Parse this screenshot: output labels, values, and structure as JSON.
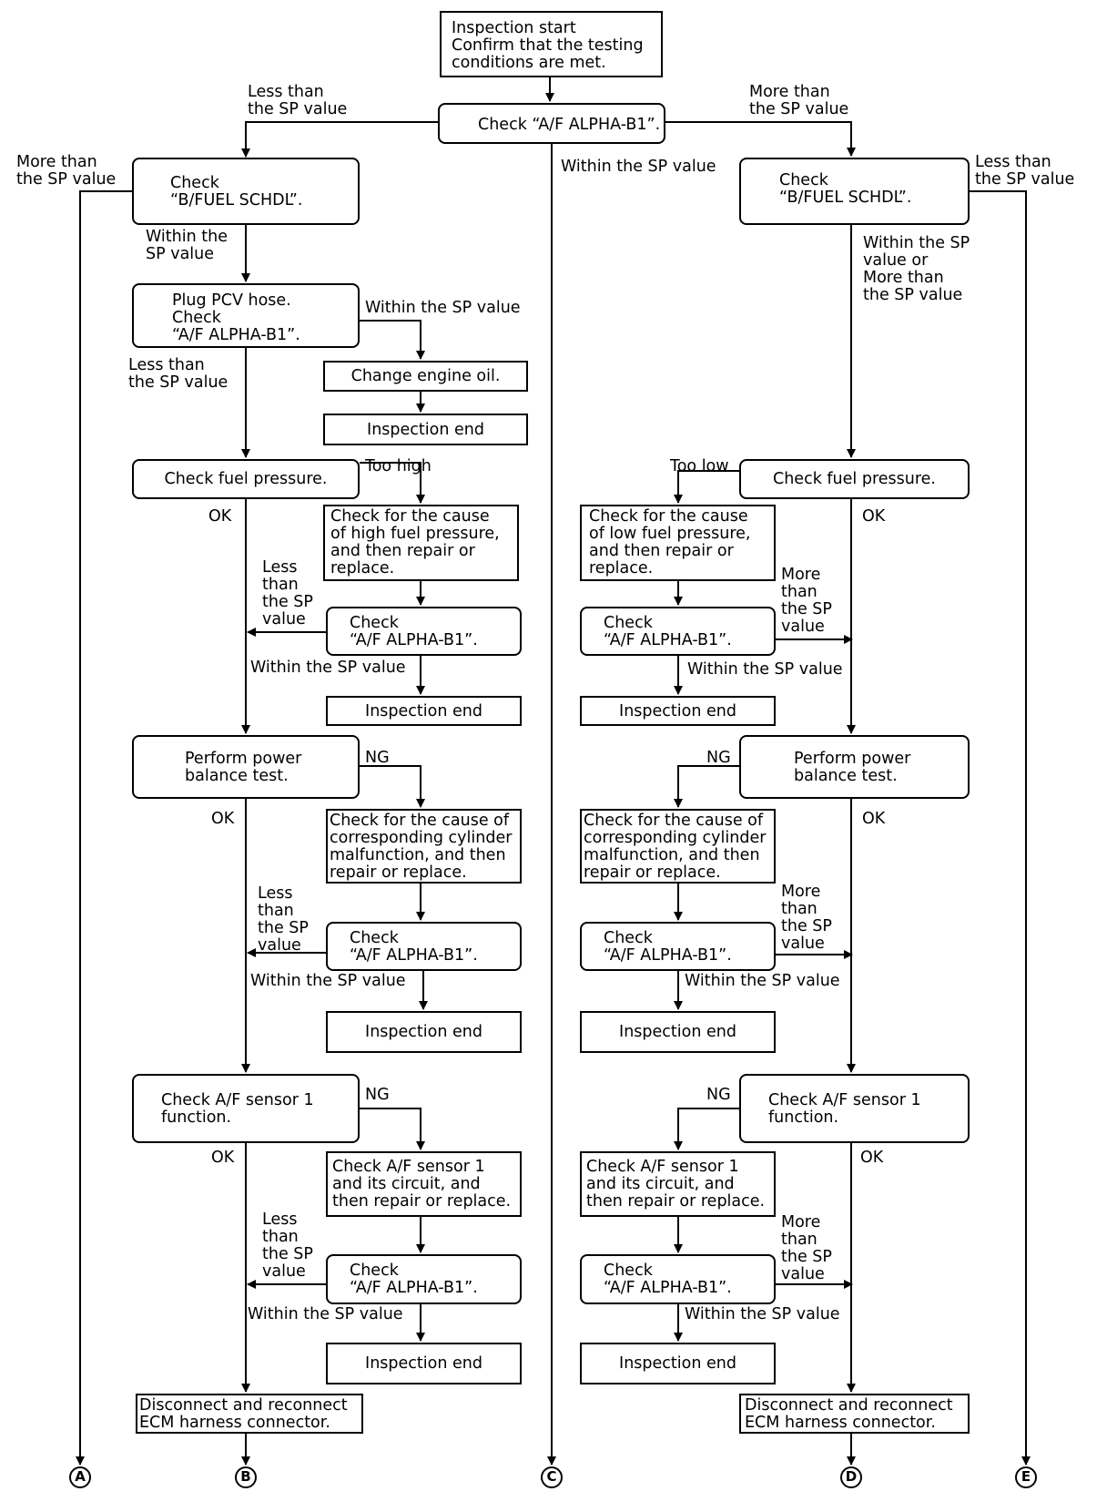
{
  "start": "Inspection start\nConfirm that the testing\nconditions are met.",
  "check_af": "Check “A/F ALPHA-B1”.",
  "check_bfuel": "Check\n“B/FUEL SCHDL”.",
  "plug_pcv": "Plug PCV hose.\nCheck\n“A/F ALPHA-B1”.",
  "change_oil": "Change engine oil.",
  "inspection_end": "Inspection end",
  "check_fuel_pressure": "Check fuel pressure.",
  "cause_high_fuel": "Check for the cause\nof high fuel pressure,\nand then repair or\nreplace.",
  "cause_low_fuel": "Check for the cause\nof low fuel pressure,\nand then repair or\nreplace.",
  "check_af_2line": "Check\n“A/F ALPHA-B1”.",
  "power_balance": "Perform power\nbalance test.",
  "cause_cylinder": "Check for the cause of\ncorresponding cylinder\nmalfunction, and then\nrepair or replace.",
  "check_sensor": "Check A/F sensor 1\nfunction.",
  "sensor_circuit": "Check A/F sensor 1\nand its circuit, and\nthen repair or replace.",
  "disconnect_ecm": "Disconnect and reconnect\nECM harness connector.",
  "labels": {
    "less_sp_2": "Less than\nthe SP value",
    "more_sp_2": "More than\nthe SP value",
    "within_sp": "Within the SP value",
    "within_sp_2": "Within the\nSP value",
    "within_or_more": "Within the SP\nvalue or\nMore than\nthe SP value",
    "less_stack": "Less\nthan\nthe SP\nvalue",
    "more_stack": "More\nthan\nthe SP\nvalue",
    "too_high": "Too high",
    "too_low": "Too low",
    "ok": "OK",
    "ng": "NG"
  },
  "connectors": [
    "A",
    "B",
    "C",
    "D",
    "E"
  ]
}
